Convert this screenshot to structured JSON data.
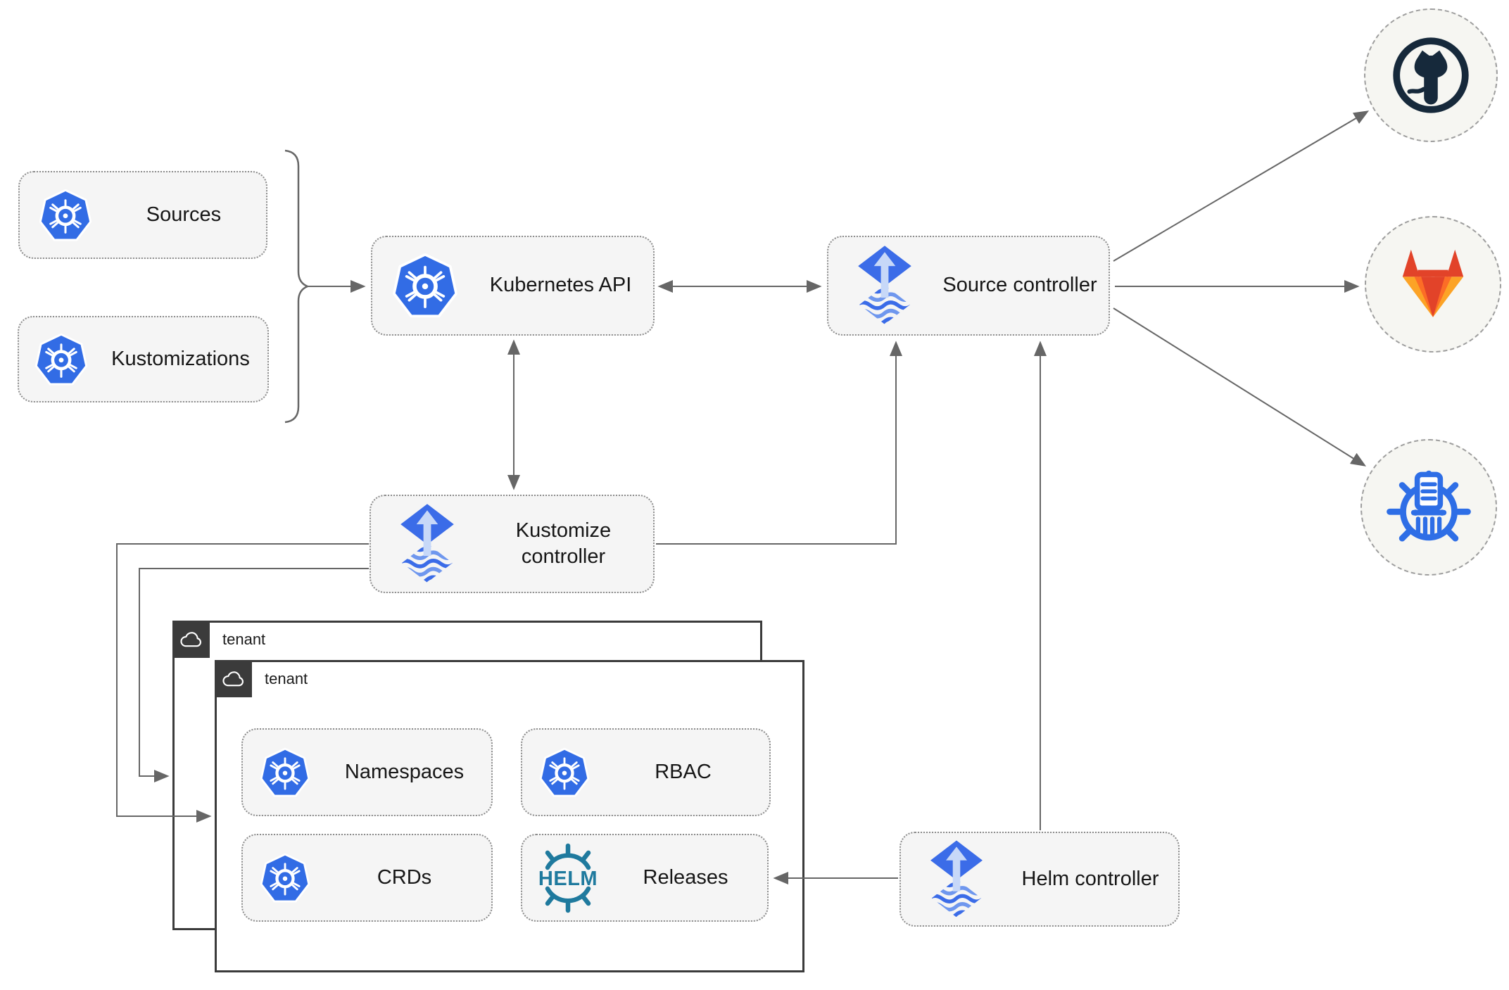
{
  "nodes": {
    "sources": {
      "label": "Sources"
    },
    "kustomizations": {
      "label": "Kustomizations"
    },
    "kubernetes_api": {
      "label": "Kubernetes API"
    },
    "source_controller": {
      "label": "Source controller"
    },
    "kustomize_controller": {
      "label": "Kustomize controller"
    },
    "helm_controller": {
      "label": "Helm controller"
    },
    "tenant_back": {
      "label": "tenant"
    },
    "tenant_front": {
      "label": "tenant"
    },
    "namespaces": {
      "label": "Namespaces"
    },
    "rbac": {
      "label": "RBAC"
    },
    "crds": {
      "label": "CRDs"
    },
    "releases": {
      "label": "Releases",
      "icon_text": "HELM"
    }
  },
  "providers": [
    {
      "name": "github",
      "icon": "github-logo"
    },
    {
      "name": "gitlab",
      "icon": "gitlab-logo"
    },
    {
      "name": "helm-chart-repository",
      "icon": "chart-repository-logo"
    }
  ],
  "colors": {
    "kubernetes_blue": "#326ce5",
    "flux_blue": "#3b6ce8",
    "flux_arrow_light": "#c7d8f8",
    "helm_teal": "#1f7a9e",
    "github_dark": "#16293b",
    "gitlab_red": "#e24329",
    "gitlab_orange": "#fc6d26",
    "gitlab_yellow": "#fca326",
    "chart_repo_blue": "#2e6ee6",
    "node_fill": "#f5f5f5",
    "node_border": "#8c8c8c",
    "tenant_border": "#3b3b3b",
    "wire_gray": "#666666"
  }
}
